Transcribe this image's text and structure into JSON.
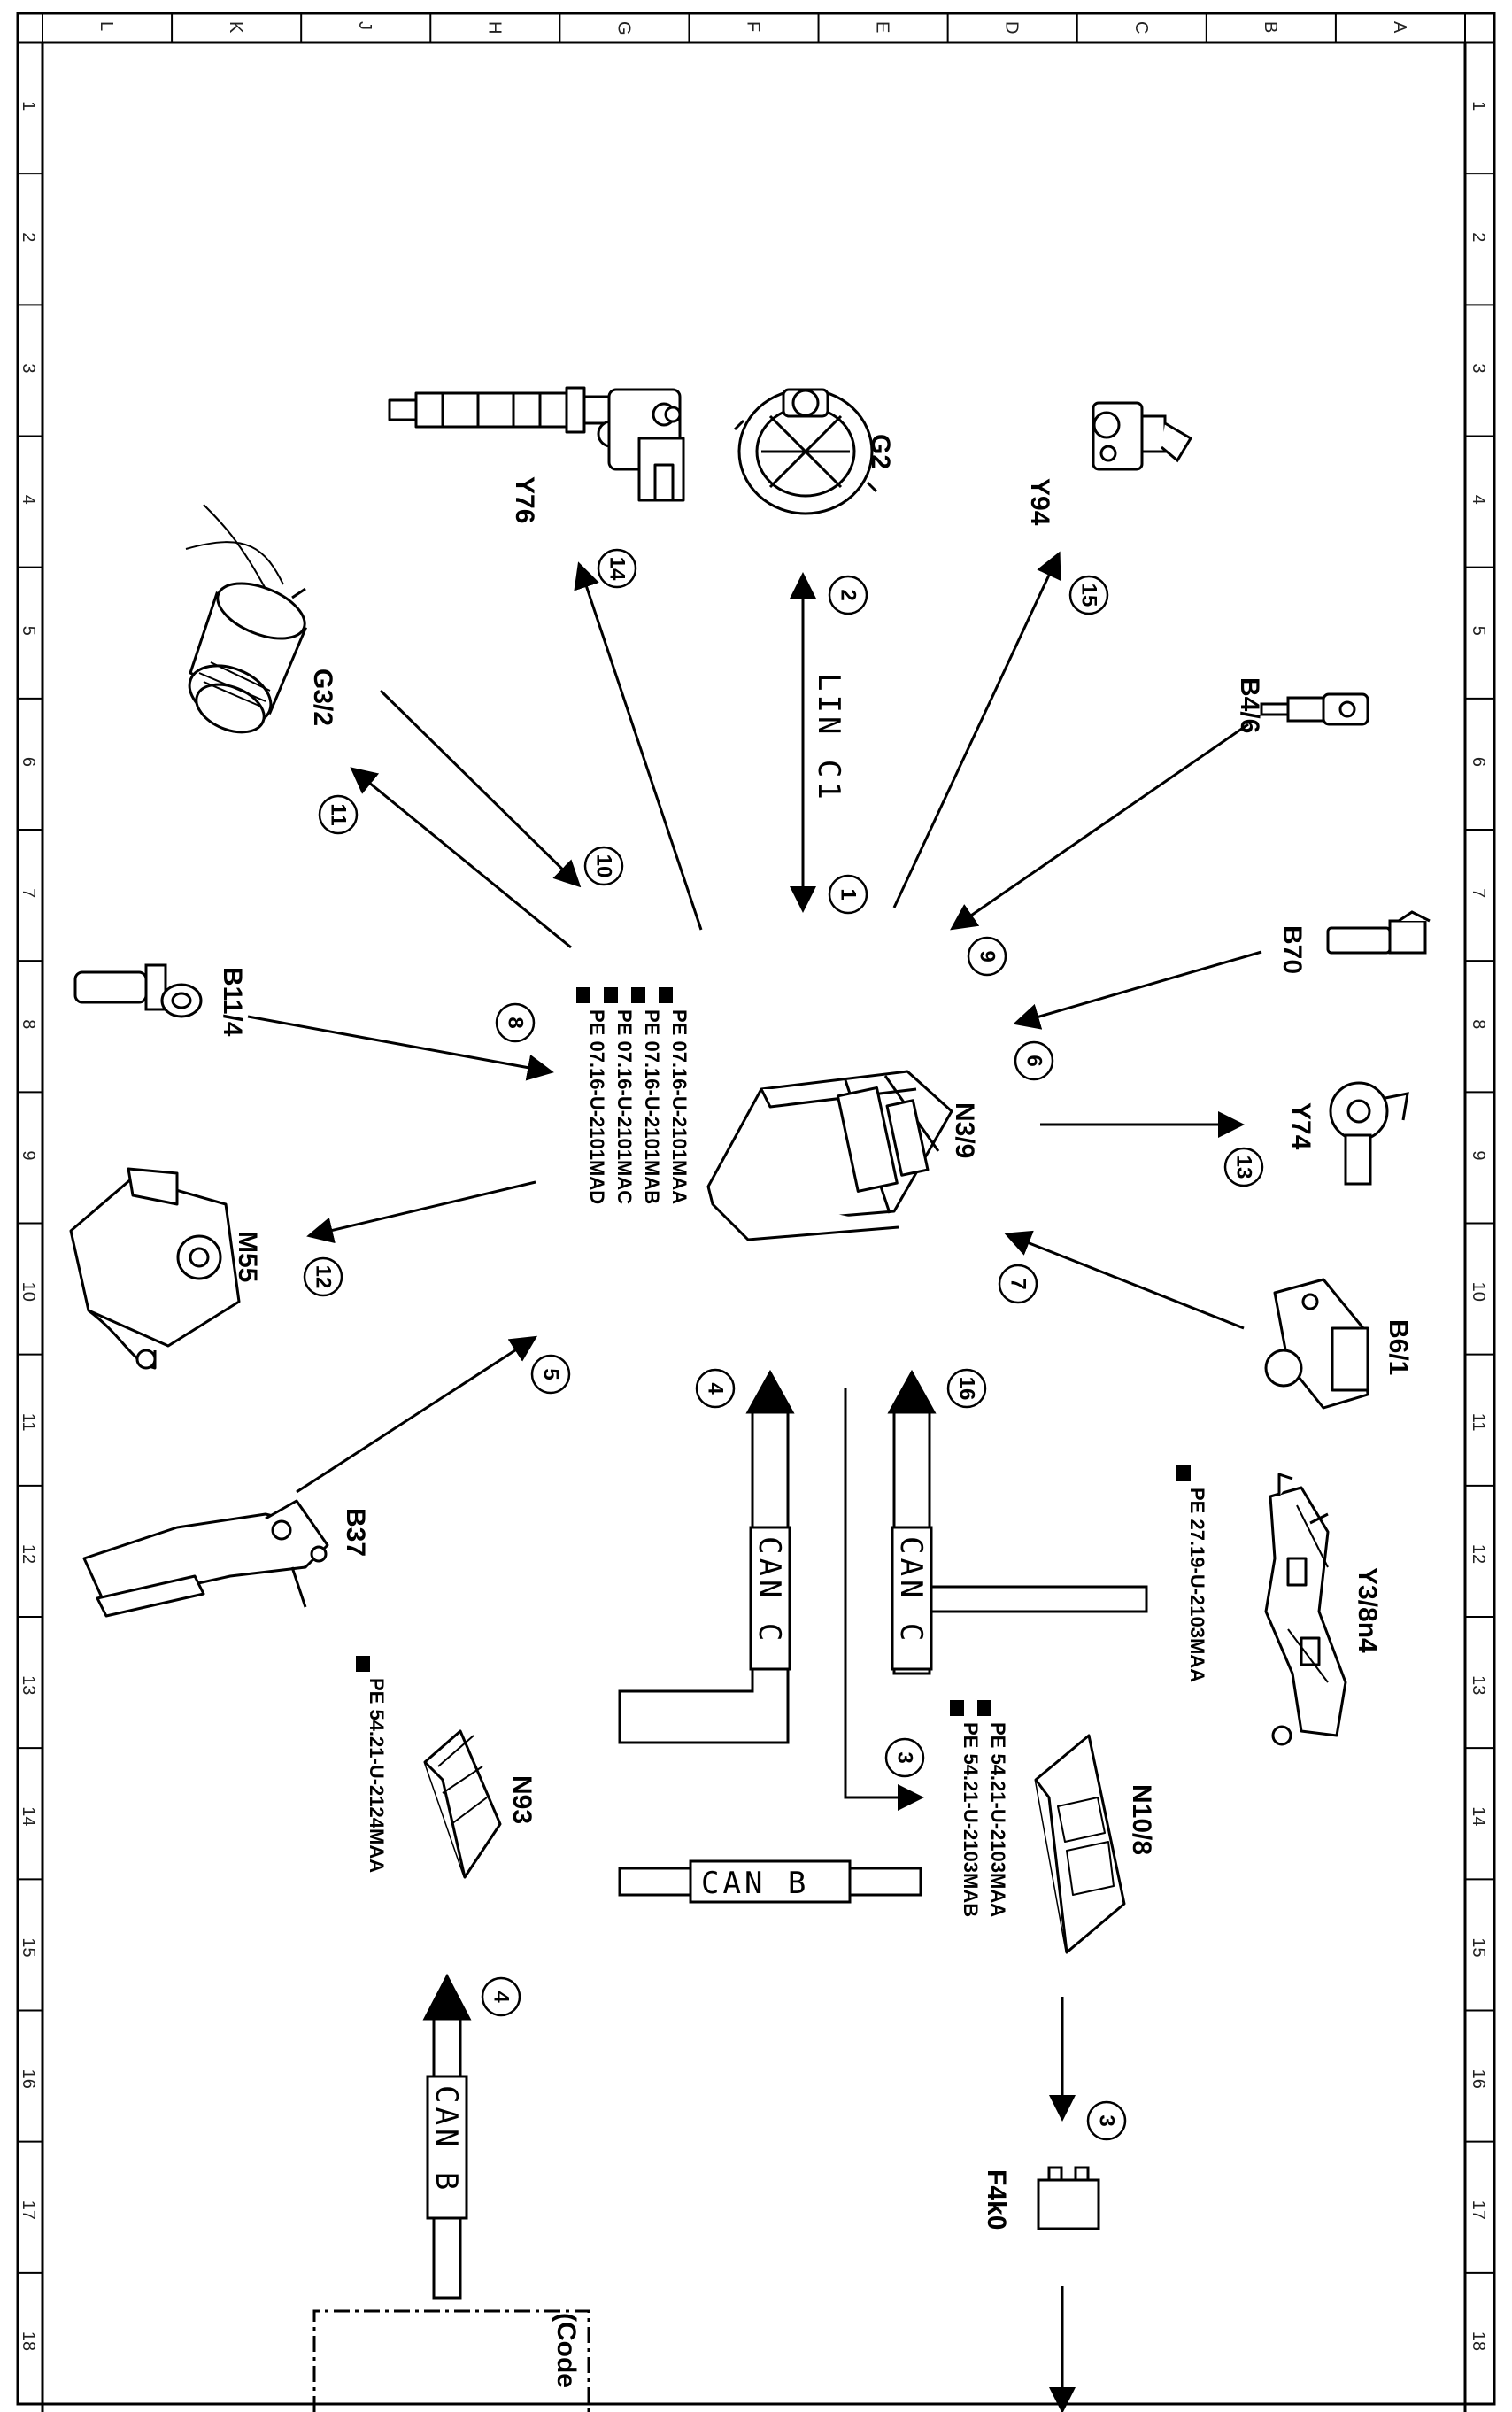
{
  "frame": {
    "top_letters": [
      "L",
      "K",
      "J",
      "H",
      "G",
      "F",
      "E",
      "D",
      "C",
      "B",
      "A"
    ],
    "side_numbers": [
      "1",
      "2",
      "3",
      "4",
      "5",
      "6",
      "7",
      "8",
      "9",
      "10",
      "11",
      "12",
      "13",
      "14",
      "15",
      "16",
      "17",
      "18"
    ]
  },
  "components": {
    "n3_9": "N3/9",
    "y76": "Y76",
    "g2": "G2",
    "y94": "Y94",
    "g3_2": "G3/2",
    "b4_6": "B4/6",
    "b70": "B70",
    "b11_4": "B11/4",
    "y74": "Y74",
    "m55": "M55",
    "b6_1": "B6/1",
    "b37": "B37",
    "y3_8n4": "Y3/8n4",
    "n93": "N93",
    "n10_8": "N10/8",
    "f4k0": "F4k0",
    "code": "(Code"
  },
  "buses": {
    "lin": "LIN C1",
    "can_c_1": "CAN C",
    "can_c_2": "CAN C",
    "can_b_1": "CAN B",
    "can_b_2": "CAN B"
  },
  "refs": {
    "n3_9": [
      "PE 07.16-U-2101MAA",
      "PE 07.16-U-2101MAB",
      "PE 07.16-U-2101MAC",
      "PE 07.16-U-2101MAD"
    ],
    "y3_8n4": [
      "PE 27.19-U-2103MAA"
    ],
    "n93": [
      "PE 54.21-U-2124MAA"
    ],
    "n10_8": [
      "PE 54.21-U-2103MAA",
      "PE 54.21-U-2103MAB"
    ]
  },
  "signal_numbers": {
    "s1": "1",
    "s2": "2",
    "s3a": "3",
    "s3b": "3",
    "s4a": "4",
    "s4b": "4",
    "s5": "5",
    "s6": "6",
    "s7": "7",
    "s8": "8",
    "s9": "9",
    "s10": "10",
    "s11": "11",
    "s12": "12",
    "s13": "13",
    "s14": "14",
    "s15": "15",
    "s16": "16"
  }
}
